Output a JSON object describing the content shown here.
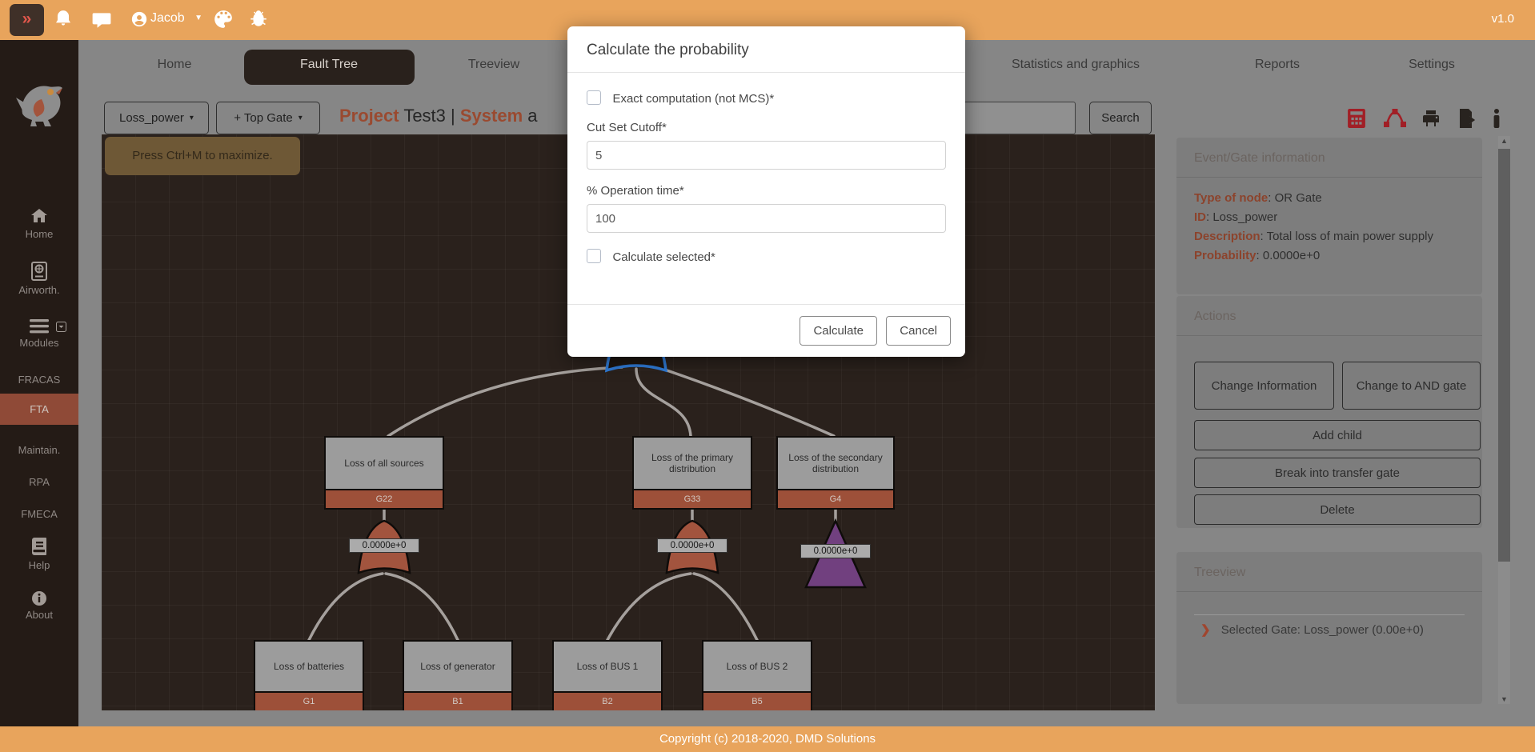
{
  "topbar": {
    "expand_button": "»",
    "user_name": "Jacob",
    "version": "v1.0",
    "icons": [
      "bell-icon",
      "chat-icon",
      "user-circle-icon",
      "palette-icon",
      "bug-icon"
    ]
  },
  "sidebar": {
    "items": [
      {
        "label": "Home",
        "icon": "home-icon"
      },
      {
        "label": "Airworth.",
        "icon": "passport-icon"
      },
      {
        "label": "Modules",
        "icon": "hamburger-icon"
      },
      {
        "label": "FRACAS",
        "icon": ""
      },
      {
        "label": "FTA",
        "icon": "",
        "active": true
      },
      {
        "label": "Maintain.",
        "icon": ""
      },
      {
        "label": "RPA",
        "icon": ""
      },
      {
        "label": "FMECA",
        "icon": ""
      },
      {
        "label": "Help",
        "icon": "book-icon"
      },
      {
        "label": "About",
        "icon": "info-circle-icon"
      }
    ]
  },
  "tabs": [
    {
      "label": "Home"
    },
    {
      "label": "Fault Tree",
      "active": true
    },
    {
      "label": "Treeview"
    },
    {
      "label": "Statistics and graphics"
    },
    {
      "label": "Reports"
    },
    {
      "label": "Settings"
    }
  ],
  "toolbar": {
    "gate_dropdown": "Loss_power",
    "top_gate_dropdown": "+ Top Gate",
    "caret": "▾",
    "title_project_label": "Project",
    "title_project_name": "Test3",
    "title_separator": "|",
    "title_system_label": "System",
    "title_system_rest": "a",
    "search_value": "",
    "search_button": "Search",
    "icons": [
      "calculator-icon",
      "cutset-diagram-icon",
      "print-icon",
      "export-icon",
      "info-icon"
    ]
  },
  "canvas": {
    "tooltip": "Press Ctrl+M to maximize."
  },
  "tree": {
    "mid_nodes": [
      {
        "label": "Loss of all sources",
        "id": "G22",
        "value": "0.0000e+0",
        "gate": "or-gate"
      },
      {
        "label": "Loss of the primary distribution",
        "id": "G33",
        "value": "0.0000e+0",
        "gate": "or-gate"
      },
      {
        "label": "Loss of the secondary distribution",
        "id": "G4",
        "value": "0.0000e+0",
        "gate": "transfer-triangle"
      }
    ],
    "bottom_nodes": [
      {
        "label": "Loss of batteries",
        "id": "G1"
      },
      {
        "label": "Loss of generator",
        "id": "B1"
      },
      {
        "label": "Loss of BUS 1",
        "id": "B2"
      },
      {
        "label": "Loss of BUS 2",
        "id": "B5"
      }
    ]
  },
  "modal": {
    "title": "Calculate the probability",
    "exact_checkbox_label": "Exact computation (not MCS)*",
    "cutoff_label": "Cut Set Cutoff*",
    "cutoff_value": "5",
    "optime_label": "% Operation time*",
    "optime_value": "100",
    "selected_checkbox_label": "Calculate selected*",
    "calculate_button": "Calculate",
    "cancel_button": "Cancel"
  },
  "panel": {
    "info": {
      "header": "Event/Gate information",
      "rows": [
        {
          "label": "Type of node",
          "value": ": OR Gate"
        },
        {
          "label": "ID",
          "value": ": Loss_power"
        },
        {
          "label": "Description",
          "value": ": Total loss of main power supply"
        },
        {
          "label": "Probability",
          "value": ": 0.0000e+0"
        }
      ]
    },
    "actions": {
      "header": "Actions",
      "buttons": [
        "Change Information",
        "Change to AND gate",
        "Add child",
        "Break into transfer gate",
        "Delete"
      ]
    },
    "treeview": {
      "header": "Treeview",
      "chevron": "❯",
      "selected": "Selected Gate: Loss_power (0.00e+0)"
    }
  },
  "footer": {
    "copyright": "Copyright (c) 2018-2020, DMD Solutions"
  },
  "colors": {
    "accent_orange": "#e8a45c",
    "sidebar_active": "#8f4a37",
    "brick_gate": "#a2543e",
    "purple_gate": "#71407f",
    "selected_gate_blue": "#2f7bd6",
    "label_red": "#8c432c",
    "icon_red": "#a11f26",
    "canvas_bg": "#2a211c"
  }
}
